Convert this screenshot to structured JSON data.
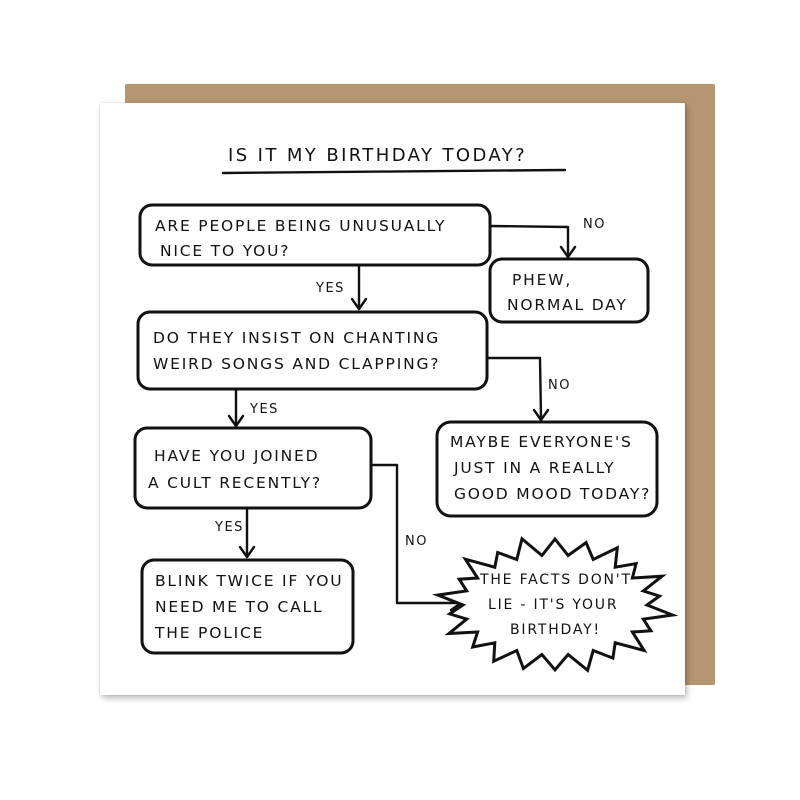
{
  "title": "IS IT MY BIRTHDAY TODAY?",
  "nodes": {
    "q1": {
      "lines": [
        "ARE PEOPLE BEING UNUSUALLY",
        "NICE TO YOU?"
      ]
    },
    "q2": {
      "lines": [
        "DO THEY INSIST ON CHANTING",
        "WEIRD SONGS AND CLAPPING?"
      ]
    },
    "q3": {
      "lines": [
        "HAVE YOU JOINED",
        "A CULT RECENTLY?"
      ]
    },
    "phew": {
      "lines": [
        "PHEW,",
        "NORMAL DAY"
      ]
    },
    "maybe": {
      "lines": [
        "MAYBE EVERYONE'S",
        "JUST IN A REALLY",
        "GOOD MOOD TODAY?"
      ]
    },
    "blink": {
      "lines": [
        "BLINK TWICE IF YOU",
        "NEED ME TO CALL",
        "THE POLICE"
      ]
    },
    "facts": {
      "lines": [
        "THE FACTS DON'T",
        "LIE - IT'S YOUR",
        "BIRTHDAY!"
      ]
    }
  },
  "edges": {
    "q1_no": "NO",
    "q1_yes": "YES",
    "q2_no": "NO",
    "q2_yes": "YES",
    "q3_yes": "YES",
    "q3_no": "NO"
  },
  "colors": {
    "ink": "#111111",
    "card": "#ffffff",
    "envelope": "#b49670"
  }
}
